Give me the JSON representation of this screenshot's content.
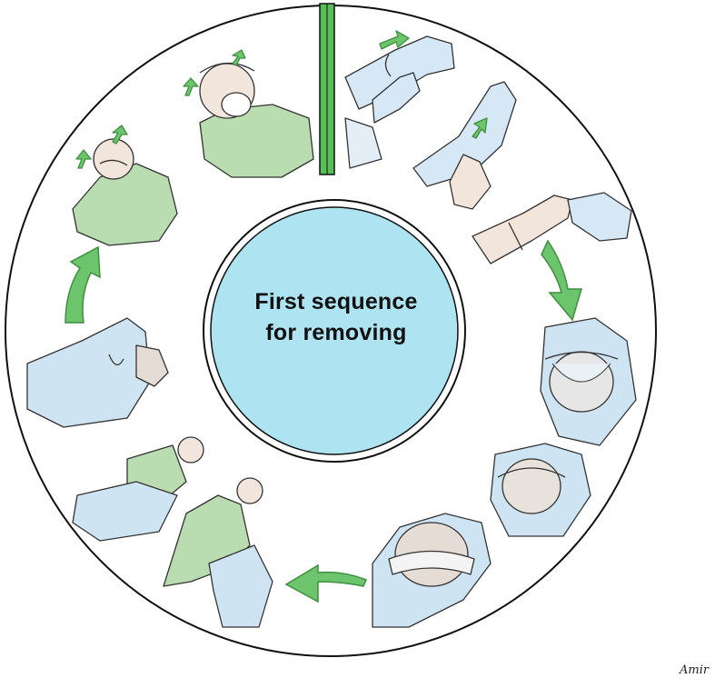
{
  "center_title": {
    "line1": "First sequence",
    "line2": "for removing"
  },
  "signature": "Amir",
  "colors": {
    "center_fill": "#aee3f2",
    "ring_stroke": "#111111",
    "arrow_fill": "#6cc46c",
    "arrow_stroke": "#3f8f3f",
    "start_divider": "#58bf58",
    "gown_blue": "#cfe4f2",
    "scrubs_green": "#b9dcb0",
    "glove_blue": "#d6e8f6",
    "skin": "#f2e6dc"
  },
  "steps": [
    {
      "icon": "glove-removal-icon"
    },
    {
      "icon": "glove-peel-icon"
    },
    {
      "icon": "glove-inside-out-icon"
    },
    {
      "icon": "face-shield-removal-icon"
    },
    {
      "icon": "hood-removal-icon"
    },
    {
      "icon": "goggles-removal-icon"
    },
    {
      "icon": "gown-rolling-icon"
    },
    {
      "icon": "gown-folding-icon"
    },
    {
      "icon": "gown-untie-icon"
    },
    {
      "icon": "respirator-strap-removal-icon"
    },
    {
      "icon": "respirator-removal-icon"
    }
  ],
  "arrows": [
    {
      "icon": "arrow-down-right-icon"
    },
    {
      "icon": "arrow-left-icon"
    },
    {
      "icon": "arrow-up-right-icon"
    }
  ]
}
